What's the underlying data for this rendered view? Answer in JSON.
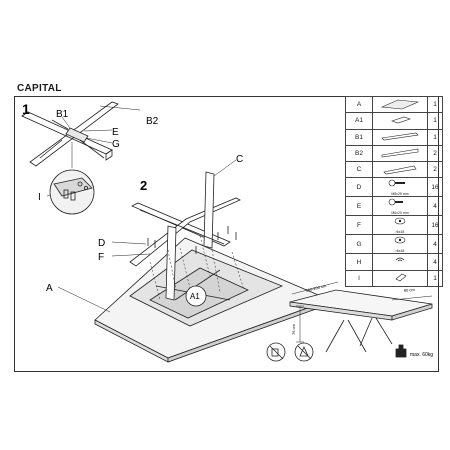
{
  "title": "CAPITAL",
  "steps": [
    "1",
    "2"
  ],
  "callouts": {
    "b1": "B1",
    "b2": "B2",
    "e": "E",
    "g": "G",
    "i": "I",
    "c": "C",
    "d": "D",
    "f": "F",
    "a": "A",
    "a1": "A1"
  },
  "parts": [
    {
      "code": "A",
      "qty": "1",
      "note": ""
    },
    {
      "code": "A1",
      "qty": "1",
      "note": ""
    },
    {
      "code": "B1",
      "qty": "1",
      "note": ""
    },
    {
      "code": "B2",
      "qty": "2",
      "note": ""
    },
    {
      "code": "C",
      "qty": "2",
      "note": ""
    },
    {
      "code": "D",
      "qty": "16",
      "note": "M8x25 mm"
    },
    {
      "code": "E",
      "qty": "4",
      "note": "M6x20 mm"
    },
    {
      "code": "F",
      "qty": "16",
      "note": "r6x18"
    },
    {
      "code": "G",
      "qty": "4",
      "note": "r6x18"
    },
    {
      "code": "H",
      "qty": "4",
      "note": ""
    },
    {
      "code": "I",
      "qty": "1",
      "note": ""
    }
  ],
  "dimensions": {
    "length": "160-200 cm",
    "depth": "90 cm",
    "height": "76 cm"
  },
  "max_load": "max. 60kg"
}
